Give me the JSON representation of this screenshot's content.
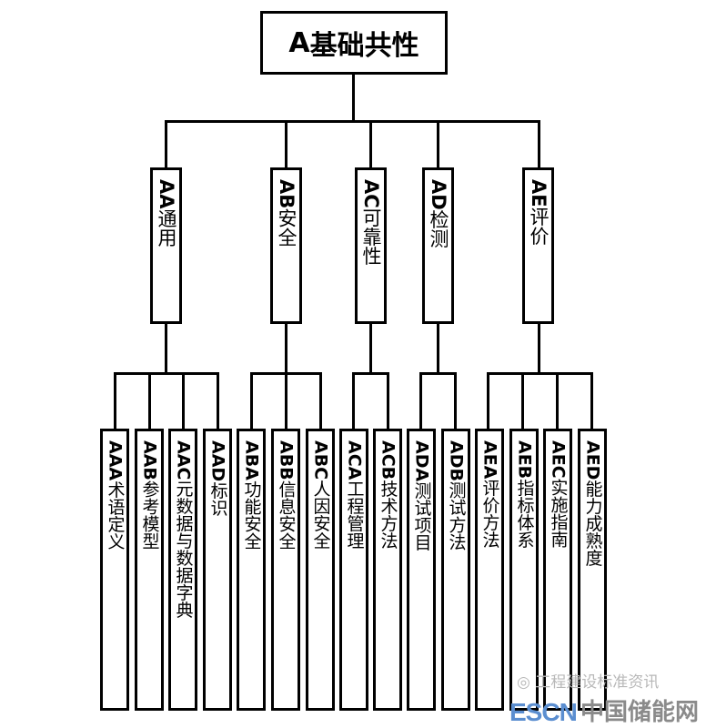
{
  "root": {
    "code": "A",
    "label": "基础共性"
  },
  "categories": [
    {
      "code": "AA",
      "label": "通用",
      "children": [
        {
          "code": "AAA",
          "label": "术语定义"
        },
        {
          "code": "AAB",
          "label": "参考模型"
        },
        {
          "code": "AAC",
          "label": "元数据与数据字典"
        },
        {
          "code": "AAD",
          "label": "标识"
        }
      ]
    },
    {
      "code": "AB",
      "label": "安全",
      "children": [
        {
          "code": "ABA",
          "label": "功能安全"
        },
        {
          "code": "ABB",
          "label": "信息安全"
        },
        {
          "code": "ABC",
          "label": "人因安全"
        }
      ]
    },
    {
      "code": "AC",
      "label": "可靠性",
      "children": [
        {
          "code": "ACA",
          "label": "工程管理"
        },
        {
          "code": "ACB",
          "label": "技术方法"
        }
      ]
    },
    {
      "code": "AD",
      "label": "检测",
      "children": [
        {
          "code": "ADA",
          "label": "测试项目"
        },
        {
          "code": "ADB",
          "label": "测试方法"
        }
      ]
    },
    {
      "code": "AE",
      "label": "评价",
      "children": [
        {
          "code": "AEA",
          "label": "评价方法"
        },
        {
          "code": "AEB",
          "label": "指标体系"
        },
        {
          "code": "AEC",
          "label": "实施指南"
        },
        {
          "code": "AED",
          "label": "能力成熟度"
        }
      ]
    }
  ],
  "watermark": {
    "source": "工程建设标准资讯",
    "logo_latin": "ESCN",
    "logo_cn": "中国储能网"
  }
}
